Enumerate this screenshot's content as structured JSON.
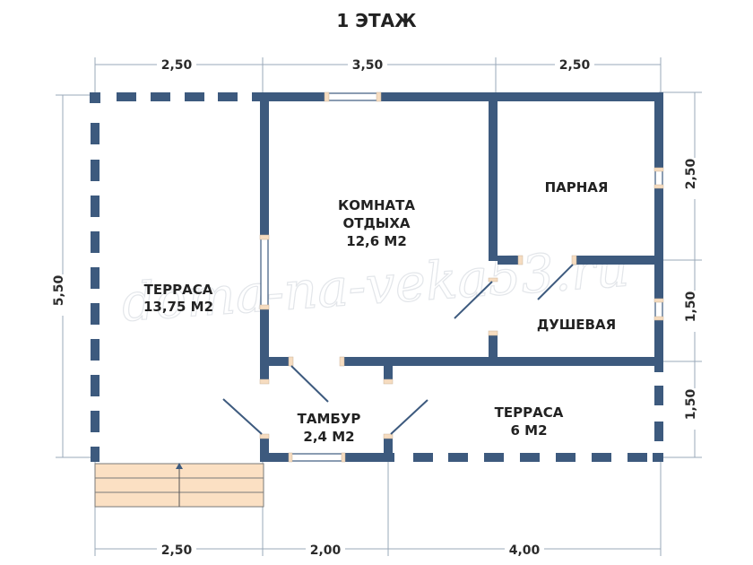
{
  "title": "1 ЭТАЖ",
  "watermark": "doma-na-veka53.ru",
  "rooms": [
    {
      "name": "ТЕРРАСА",
      "area": "13,75 М2"
    },
    {
      "name1": "КОМНАТА",
      "name2": "ОТДЫХА",
      "area": "12,6 М2"
    },
    {
      "name": "ПАРНАЯ"
    },
    {
      "name": "ДУШЕВАЯ"
    },
    {
      "name": "ТАМБУР",
      "area": "2,4 М2"
    },
    {
      "name": "ТЕРРАСА",
      "area": "6 М2"
    }
  ],
  "dimensions": {
    "top": [
      "2,50",
      "3,50",
      "2,50"
    ],
    "bottom": [
      "2,50",
      "2,00",
      "4,00"
    ],
    "left": [
      "5,50"
    ],
    "right": [
      "2,50",
      "1,50",
      "1,50"
    ]
  },
  "colors": {
    "wall": "#3d5a7e",
    "stairs": "#fbe0c3"
  }
}
